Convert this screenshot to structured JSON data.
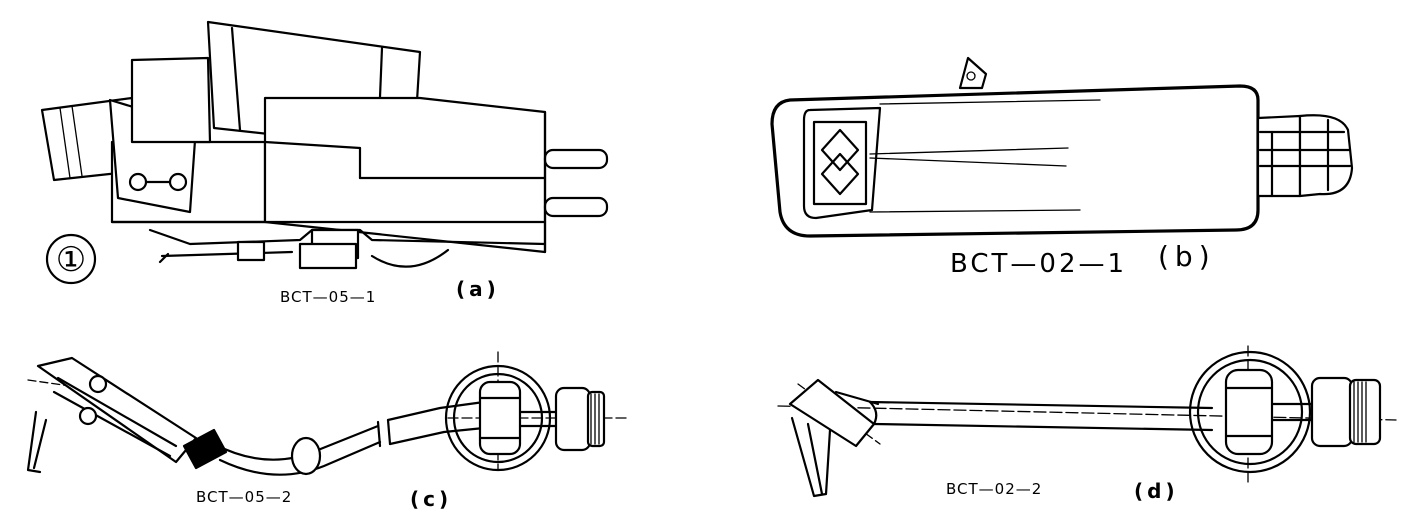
{
  "figure": {
    "number_label": "①",
    "panels": [
      {
        "id": "a",
        "code": "BCT—05—1",
        "letter": "(a)"
      },
      {
        "id": "b",
        "code": "BCT—02—1",
        "letter": "(b)"
      },
      {
        "id": "c",
        "code": "BCT—05—2",
        "letter": "(c)"
      },
      {
        "id": "d",
        "code": "BCT—02—2",
        "letter": "(d)"
      }
    ]
  }
}
